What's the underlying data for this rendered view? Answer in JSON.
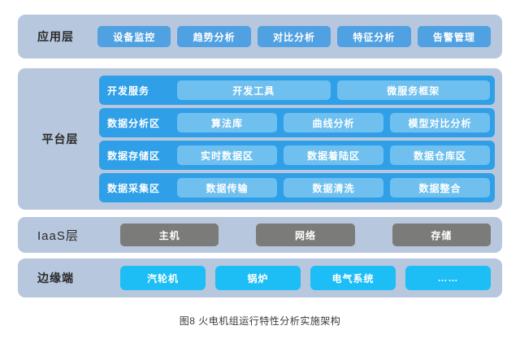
{
  "figure": {
    "caption": "图8 火电机组运行特性分析实施架构",
    "colors": {
      "panel_background": "#b7c7dd",
      "app_chip": "#4fa1e2",
      "platform_row": "#2f9fe8",
      "platform_sub_chip": "#6fc0ef",
      "iaas_chip": "#7b7b79",
      "edge_chip": "#1dbdf5",
      "page_background": "#ffffff",
      "chip_text": "#ffffff",
      "title_text": "#2a2a2a"
    }
  },
  "layers": {
    "application": {
      "title": "应用层",
      "chips": [
        {
          "label": "设备监控"
        },
        {
          "label": "趋势分析"
        },
        {
          "label": "对比分析"
        },
        {
          "label": "特征分析"
        },
        {
          "label": "告警管理"
        }
      ]
    },
    "platform": {
      "title": "平台层",
      "rows": [
        {
          "label": "开发服务",
          "items": [
            {
              "label": "开发工具"
            },
            {
              "label": "微服务框架"
            }
          ]
        },
        {
          "label": "数据分析区",
          "items": [
            {
              "label": "算法库"
            },
            {
              "label": "曲线分析"
            },
            {
              "label": "模型对比分析"
            }
          ]
        },
        {
          "label": "数据存储区",
          "items": [
            {
              "label": "实时数据区"
            },
            {
              "label": "数据着陆区"
            },
            {
              "label": "数据仓库区"
            }
          ]
        },
        {
          "label": "数据采集区",
          "items": [
            {
              "label": "数据传输"
            },
            {
              "label": "数据清洗"
            },
            {
              "label": "数据整合"
            }
          ]
        }
      ]
    },
    "iaas": {
      "title": "IaaS层",
      "chips": [
        {
          "label": "主机"
        },
        {
          "label": "网络"
        },
        {
          "label": "存储"
        }
      ]
    },
    "edge": {
      "title": "边缘端",
      "chips": [
        {
          "label": "汽轮机"
        },
        {
          "label": "锅炉"
        },
        {
          "label": "电气系统"
        },
        {
          "label": "……"
        }
      ]
    }
  }
}
